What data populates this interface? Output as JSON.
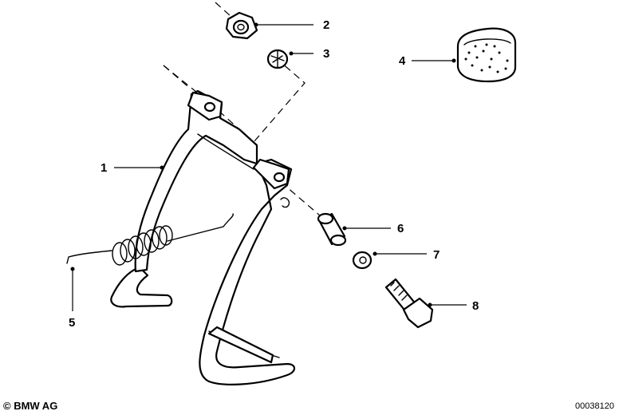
{
  "callouts": [
    {
      "id": "1",
      "label": "1"
    },
    {
      "id": "2",
      "label": "2"
    },
    {
      "id": "3",
      "label": "3"
    },
    {
      "id": "4",
      "label": "4"
    },
    {
      "id": "5",
      "label": "5"
    },
    {
      "id": "6",
      "label": "6"
    },
    {
      "id": "7",
      "label": "7"
    },
    {
      "id": "8",
      "label": "8"
    }
  ],
  "footer": {
    "copyright": "© BMW AG",
    "diagram_code": "00038120"
  }
}
